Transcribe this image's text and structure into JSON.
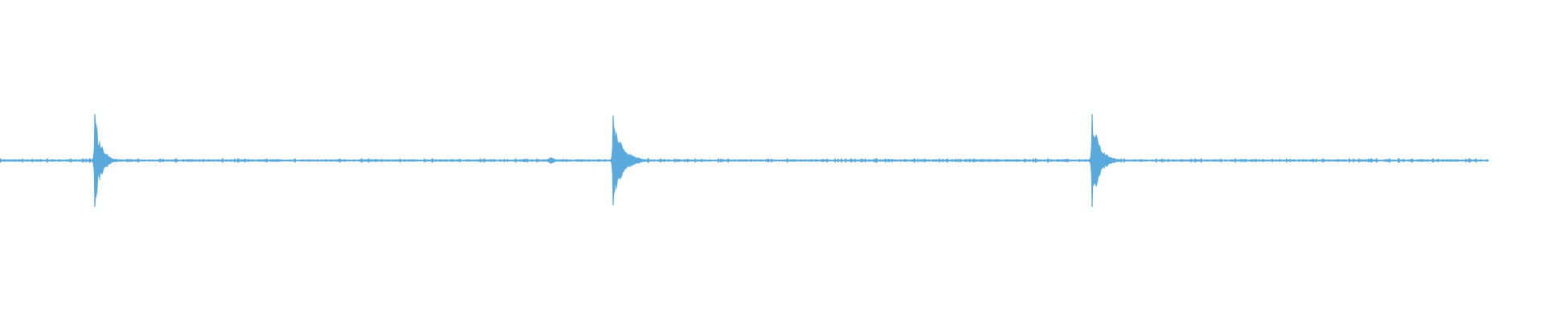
{
  "waveform": {
    "color": "#5aa9dc",
    "duration_fraction_shown": 0.965,
    "transients": [
      {
        "position_fraction": 0.0615,
        "peak_amplitude": 0.6,
        "decay_fraction": 0.004
      },
      {
        "position_fraction": 0.3975,
        "peak_amplitude": 0.58,
        "decay_fraction": 0.006
      },
      {
        "position_fraction": 0.708,
        "peak_amplitude": 0.6,
        "decay_fraction": 0.005
      }
    ],
    "minor_bursts": [
      {
        "position_fraction": 0.3575,
        "amplitude": 0.05
      }
    ],
    "noise_amplitude": 0.012
  }
}
